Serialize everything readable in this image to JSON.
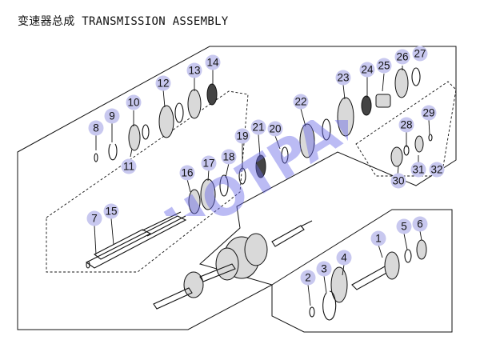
{
  "title": "变速器总成 TRANSMISSION ASSEMBLY",
  "watermark": "HOTPARTS",
  "colors": {
    "callout": "#c8c8ef",
    "watermark": "#6a6ae8",
    "line": "#111111"
  },
  "callouts": [
    {
      "n": "1"
    },
    {
      "n": "2"
    },
    {
      "n": "3"
    },
    {
      "n": "4"
    },
    {
      "n": "5"
    },
    {
      "n": "6"
    },
    {
      "n": "7"
    },
    {
      "n": "8"
    },
    {
      "n": "9"
    },
    {
      "n": "10"
    },
    {
      "n": "11"
    },
    {
      "n": "12"
    },
    {
      "n": "13"
    },
    {
      "n": "14"
    },
    {
      "n": "15"
    },
    {
      "n": "16"
    },
    {
      "n": "17"
    },
    {
      "n": "18"
    },
    {
      "n": "19"
    },
    {
      "n": "20"
    },
    {
      "n": "21"
    },
    {
      "n": "22"
    },
    {
      "n": "23"
    },
    {
      "n": "24"
    },
    {
      "n": "25"
    },
    {
      "n": "26"
    },
    {
      "n": "27"
    },
    {
      "n": "28"
    },
    {
      "n": "29"
    },
    {
      "n": "30"
    },
    {
      "n": "31"
    },
    {
      "n": "32"
    }
  ]
}
